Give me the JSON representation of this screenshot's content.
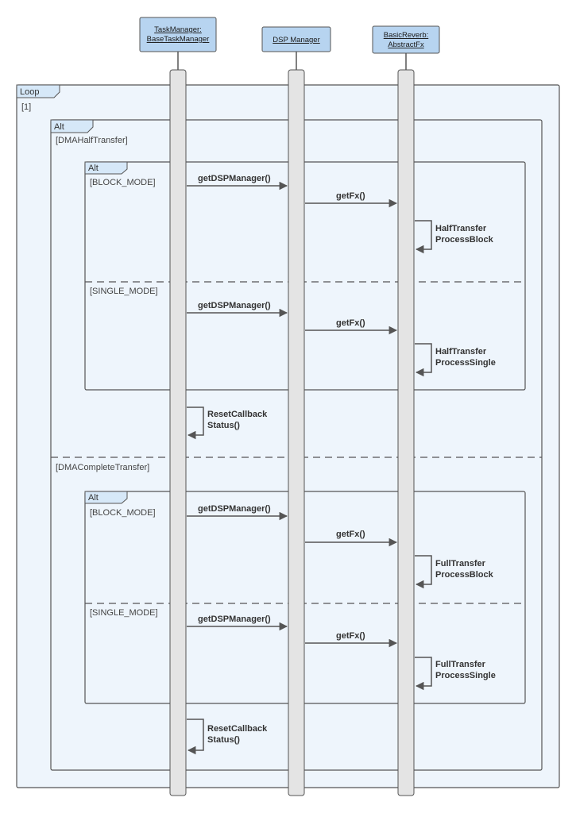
{
  "participants": {
    "task_manager": {
      "line1": "TaskManager:",
      "line2": "BaseTaskManager"
    },
    "dsp_manager": {
      "line1": "DSP Manager"
    },
    "basic_reverb": {
      "line1": "BasicReverb:",
      "line2": "AbstractFx"
    }
  },
  "frames": {
    "loop": {
      "tag": "Loop",
      "guard": "[1]"
    },
    "alt_outer": {
      "tag": "Alt",
      "guard_half": "[DMAHalfTransfer]",
      "guard_complete": "[DMACompleteTransfer]"
    },
    "alt_inner_half": {
      "tag": "Alt",
      "guard_block": "[BLOCK_MODE]",
      "guard_single": "[SINGLE_MODE]"
    },
    "alt_inner_complete": {
      "tag": "Alt",
      "guard_block": "[BLOCK_MODE]",
      "guard_single": "[SINGLE_MODE]"
    }
  },
  "messages": {
    "get_dsp_manager": "getDSPManager()",
    "get_fx": "getFx()",
    "half_block": {
      "line1": "HalfTransfer",
      "line2": "ProcessBlock"
    },
    "half_single": {
      "line1": "HalfTransfer",
      "line2": "ProcessSingle"
    },
    "full_block": {
      "line1": "FullTransfer",
      "line2": "ProcessBlock"
    },
    "full_single": {
      "line1": "FullTransfer",
      "line2": "ProcessSingle"
    },
    "reset": {
      "line1": "ResetCallback",
      "line2": "Status()"
    }
  },
  "colors": {
    "participant_fill": "#b7d4f0",
    "frame_fill": "#eef5fc",
    "tag_fill": "#d6e8f8",
    "activation_fill": "#e4e4e4",
    "line": "#555555"
  }
}
